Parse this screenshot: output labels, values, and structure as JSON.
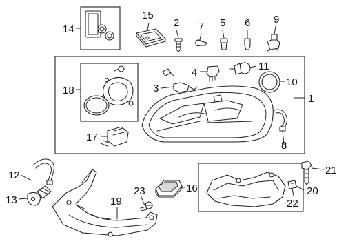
{
  "callouts": [
    "1",
    "2",
    "3",
    "4",
    "5",
    "6",
    "7",
    "8",
    "9",
    "10",
    "11",
    "12",
    "13",
    "14",
    "15",
    "16",
    "17",
    "18",
    "19",
    "20",
    "21",
    "22",
    "23"
  ]
}
